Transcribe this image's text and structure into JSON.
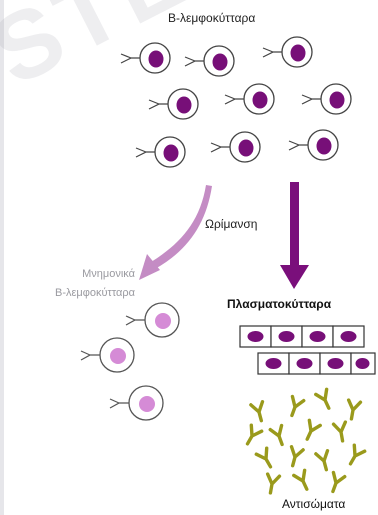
{
  "labels": {
    "b_cells": "Β-λεμφοκύτταρα",
    "maturation": "Ωρίμανση",
    "memory_line1": "Μνημονικά",
    "memory_line2": "Β-λεμφοκύτταρα",
    "plasma_cells": "Πλασματοκύτταρα",
    "antibodies": "Αντισώματα"
  },
  "watermark": "STEM",
  "colors": {
    "b_cell_nucleus": "#770f78",
    "memory_nucleus": "#d58bd6",
    "memory_arrow": "#c48cc4",
    "maturation_arrow": "#7a0f7b",
    "antibody": "#9a9a1c",
    "outline": "#444444"
  }
}
